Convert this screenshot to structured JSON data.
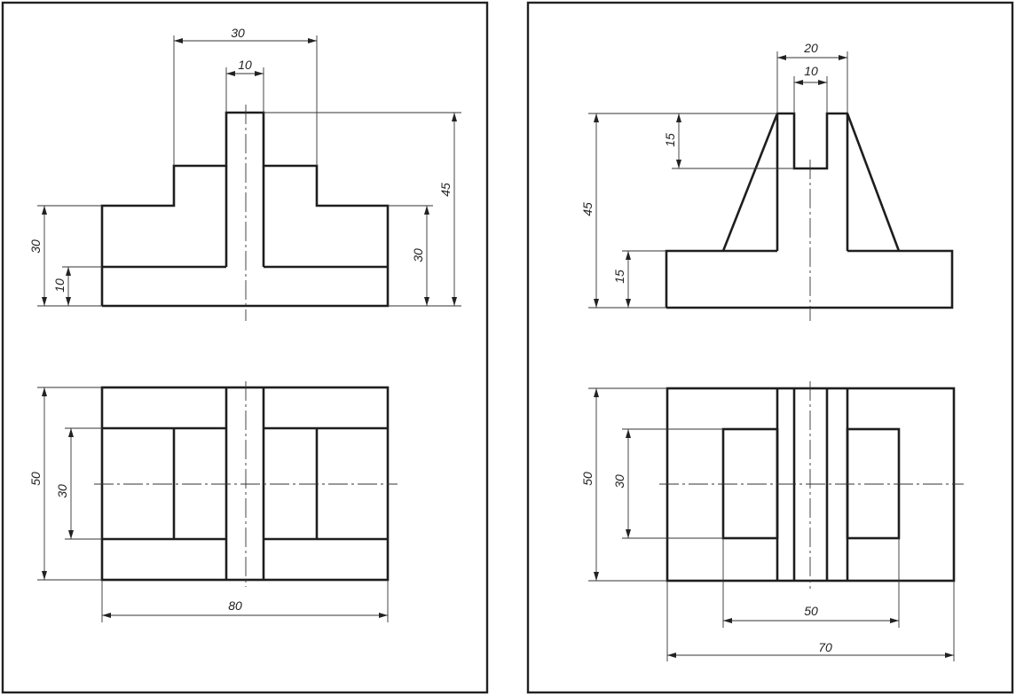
{
  "left_view": {
    "front_dims": {
      "top_width": "30",
      "rib_width": "10",
      "total_height": "45",
      "left_height": "30",
      "left_base": "10",
      "right_height": "30"
    },
    "top_dims": {
      "depth": "50",
      "inner_depth": "30",
      "width": "80"
    }
  },
  "right_view": {
    "front_dims": {
      "top_width": "20",
      "slot_width": "10",
      "slot_depth": "15",
      "total_height": "45",
      "base_height": "15"
    },
    "top_dims": {
      "depth": "50",
      "inner_depth": "30",
      "inner_width": "50",
      "width": "70"
    }
  }
}
